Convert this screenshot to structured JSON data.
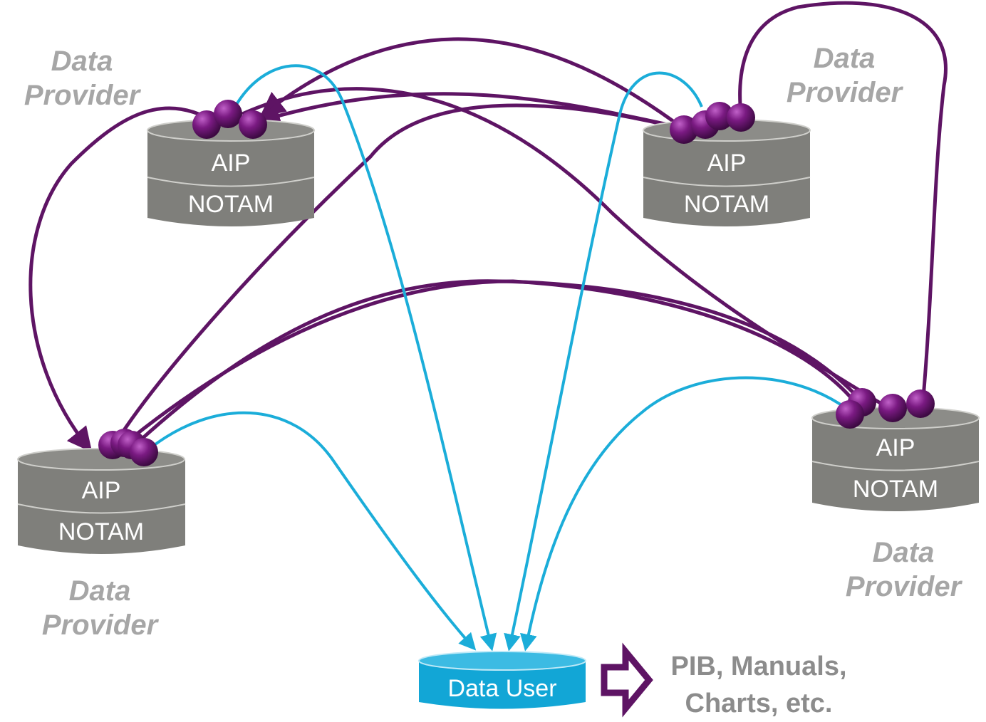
{
  "providers": [
    {
      "id": "tl",
      "caption_line1": "Data",
      "caption_line2": "Provider",
      "top_text": "AIP",
      "bottom_text": "NOTAM"
    },
    {
      "id": "tr",
      "caption_line1": "Data",
      "caption_line2": "Provider",
      "top_text": "AIP",
      "bottom_text": "NOTAM"
    },
    {
      "id": "bl",
      "caption_line1": "Data",
      "caption_line2": "Provider",
      "top_text": "AIP",
      "bottom_text": "NOTAM"
    },
    {
      "id": "br",
      "caption_line1": "Data",
      "caption_line2": "Provider",
      "top_text": "AIP",
      "bottom_text": "NOTAM"
    }
  ],
  "user": {
    "label": "Data User"
  },
  "output": {
    "line1": "PIB, Manuals,",
    "line2": "Charts, etc."
  },
  "colors": {
    "provider_links": "#5e1464",
    "user_links": "#1badd9",
    "database": "#7f7f7b",
    "user_db": "#12a6d6",
    "node": "#6a1672",
    "caption": "#a6a6a6"
  }
}
